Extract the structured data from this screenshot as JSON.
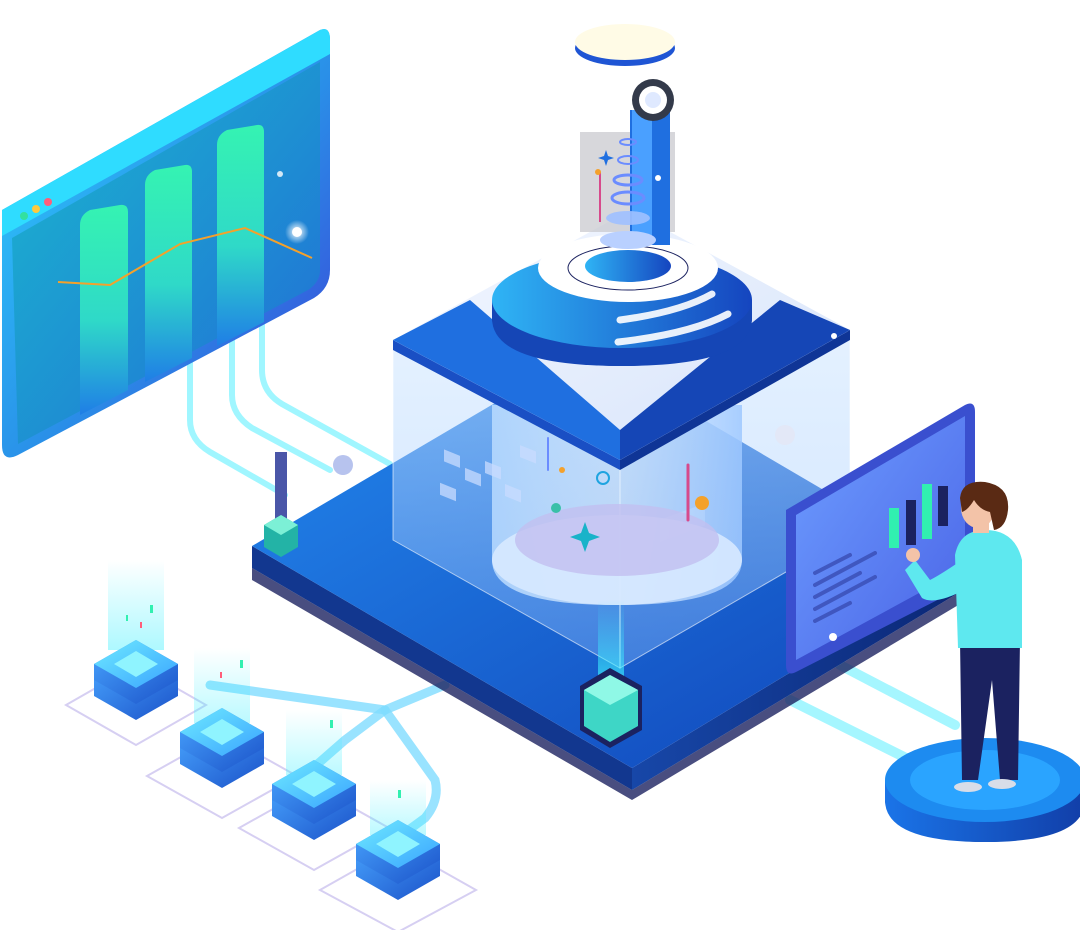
{
  "scene": {
    "description_visible_text": "",
    "colors": {
      "background": "#ffffff",
      "primary_blue": "#1f6fe0",
      "deep_blue": "#0e3a9c",
      "cyan": "#38e6ff",
      "mint": "#31f0b0",
      "navy": "#1b2260",
      "skin": "#f3c3a8",
      "hair": "#5a2a14",
      "shirt": "#5ee8ef",
      "orange": "#f4a12b"
    },
    "elements": {
      "left_monitor": {
        "chart_bars_count": 3
      },
      "right_panel": {
        "mini_bars_count": 4
      },
      "server_stacks_count": 4
    }
  }
}
